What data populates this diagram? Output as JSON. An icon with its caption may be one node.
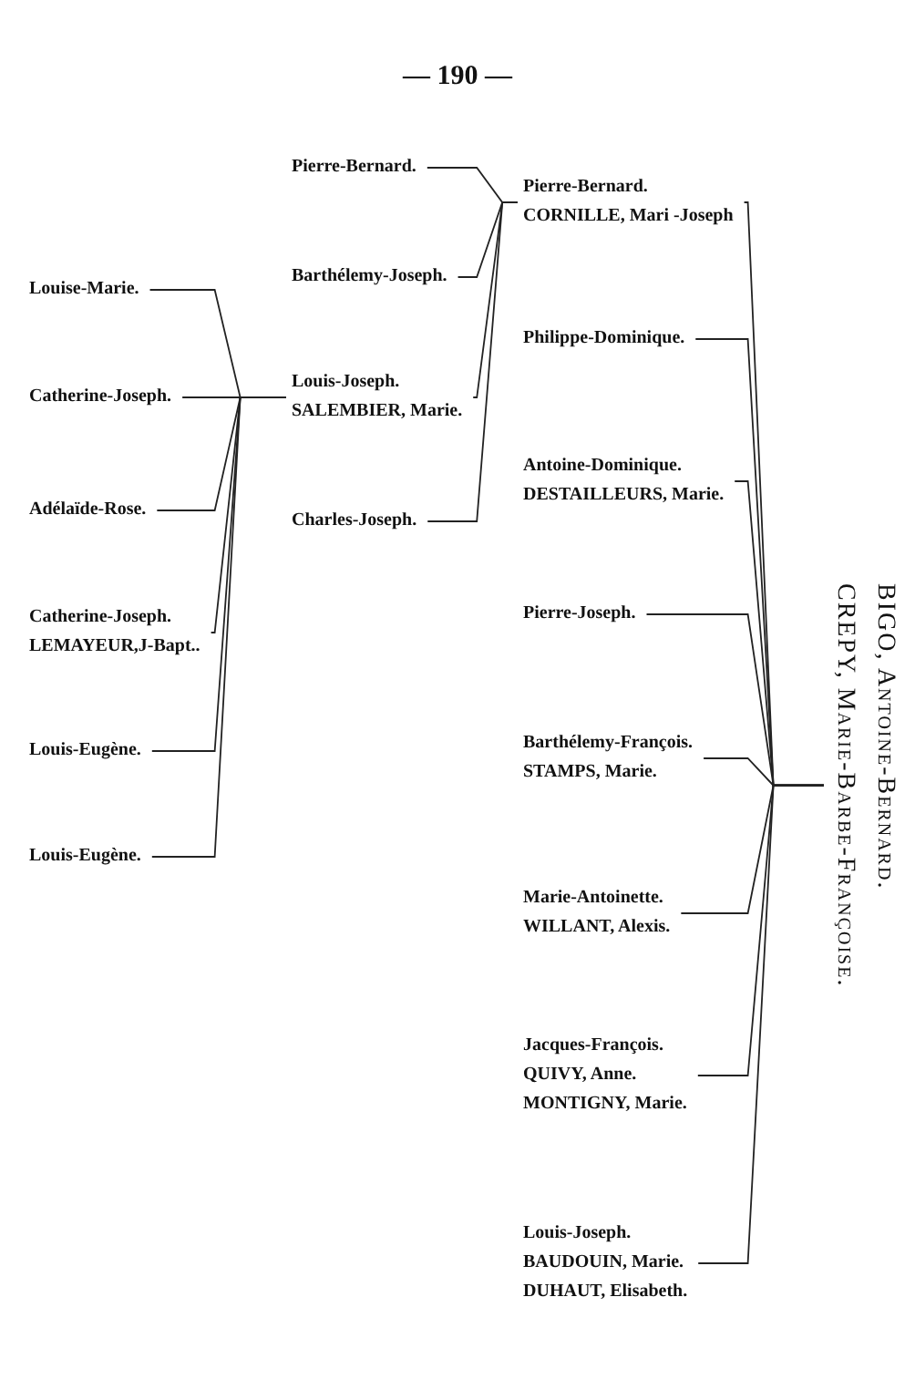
{
  "diagram": {
    "nodes": [
      {
        "text": [
          "BIGO, Antoine-Bernard.",
          "CREPY, Marie-Barbe-Françoise."
        ]
      },
      {
        "text": [
          "Pierre-Bernard.",
          "CORNILLE, Mari -Joseph"
        ]
      },
      {
        "text": [
          "Philippe-Dominique."
        ]
      },
      {
        "text": [
          "Antoine-Dominique.",
          "DESTAILLEURS, Marie."
        ]
      },
      {
        "text": [
          "Pierre-Joseph."
        ]
      },
      {
        "text": [
          "Barthélemy-François.",
          "STAMPS, Marie."
        ]
      },
      {
        "text": [
          "Marie-Antoinette.",
          "WILLANT, Alexis."
        ]
      },
      {
        "text": [
          "Jacques-François.",
          "QUIVY, Anne.",
          "MONTIGNY, Marie."
        ]
      },
      {
        "text": [
          "Louis-Joseph.",
          "BAUDOUIN, Marie.",
          "DUHAUT, Elisabeth."
        ]
      },
      {
        "text": [
          "Pierre-Bernard."
        ]
      },
      {
        "text": [
          "Barthélemy-Joseph."
        ]
      },
      {
        "text": [
          "Louis-Joseph.",
          "SALEMBIER, Marie."
        ]
      },
      {
        "text": [
          "Charles-Joseph."
        ]
      },
      {
        "text": [
          "Louise-Marie."
        ]
      },
      {
        "text": [
          "Catherine-Joseph."
        ]
      },
      {
        "text": [
          "Adélaïde-Rose."
        ]
      },
      {
        "text": [
          "Catherine-Joseph.",
          "LEMAYEUR,J-Bapt.."
        ]
      },
      {
        "text": [
          "Louis-Eugène."
        ]
      },
      {
        "text": [
          "Louis-Eugène."
        ]
      }
    ],
    "edges": [
      {
        "from": 0,
        "to": 1,
        "arrow": "none"
      },
      {
        "from": 0,
        "to": 2,
        "arrow": "none"
      },
      {
        "from": 0,
        "to": 3,
        "arrow": "none"
      },
      {
        "from": 0,
        "to": 4,
        "arrow": "none"
      },
      {
        "from": 0,
        "to": 5,
        "arrow": "none"
      },
      {
        "from": 0,
        "to": 6,
        "arrow": "none"
      },
      {
        "from": 0,
        "to": 7,
        "arrow": "none"
      },
      {
        "from": 0,
        "to": 8,
        "arrow": "none"
      },
      {
        "from": 1,
        "to": 9,
        "arrow": "none"
      },
      {
        "from": 1,
        "to": 10,
        "arrow": "none"
      },
      {
        "from": 1,
        "to": 11,
        "arrow": "none"
      },
      {
        "from": 1,
        "to": 12,
        "arrow": "none"
      },
      {
        "from": 11,
        "to": 13,
        "arrow": "none"
      },
      {
        "from": 11,
        "to": 14,
        "arrow": "none"
      },
      {
        "from": 11,
        "to": 15,
        "arrow": "none"
      },
      {
        "from": 11,
        "to": 16,
        "arrow": "none"
      },
      {
        "from": 11,
        "to": 17,
        "arrow": "none"
      },
      {
        "from": 11,
        "to": 18,
        "arrow": "none"
      }
    ],
    "labels": [
      "— 190 —"
    ]
  }
}
